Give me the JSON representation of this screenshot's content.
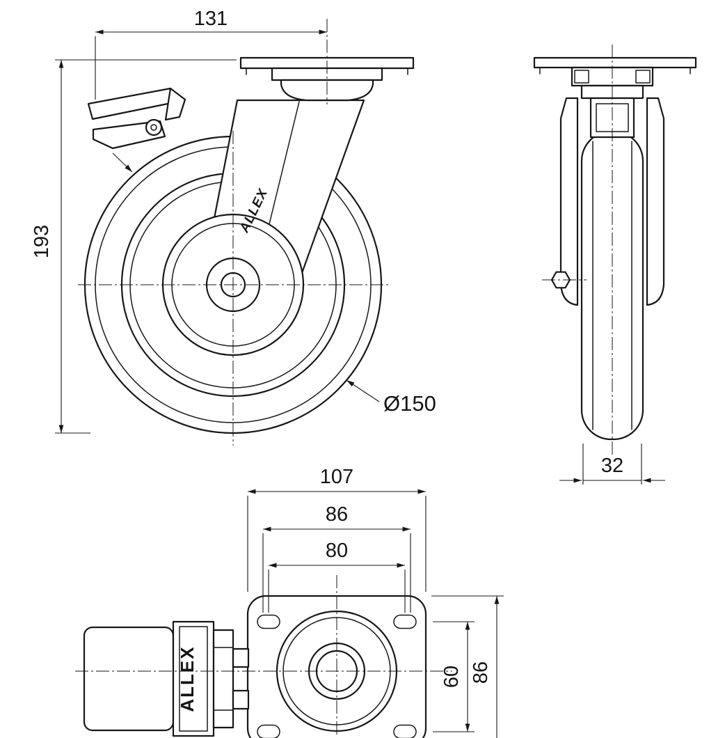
{
  "drawing": {
    "type": "technical-drawing",
    "subject": "swivel caster with brake, three orthographic views",
    "ink_color": "#161616",
    "background_color": "#ffffff"
  },
  "labels": {
    "dim_131": "131",
    "dim_193": "193",
    "dia_150": "Ø150",
    "dim_32": "32",
    "dim_107": "107",
    "dim_86_top": "86",
    "dim_80": "80",
    "dim_60": "60",
    "dim_86_right": "86",
    "brand_fork": "ALLEX",
    "brand_pedal": "ALLEX"
  }
}
